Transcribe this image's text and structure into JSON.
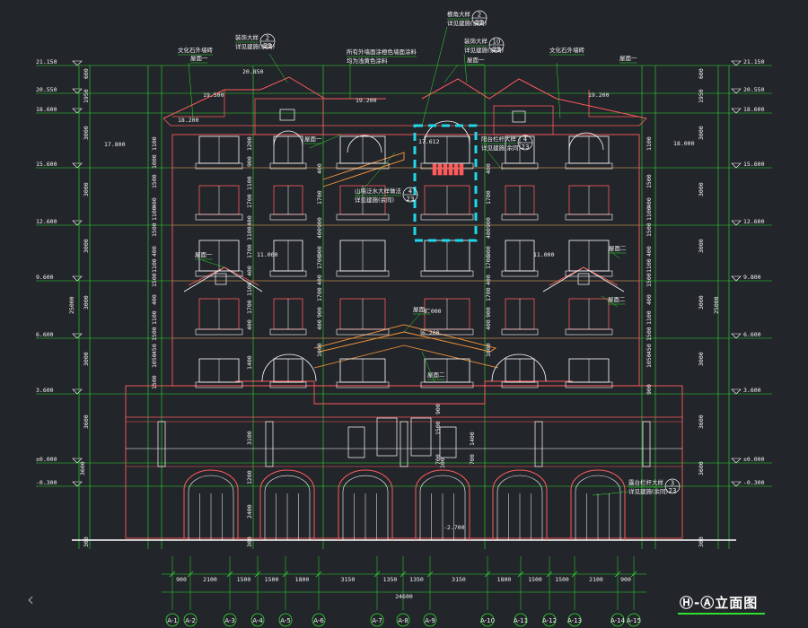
{
  "drawing": {
    "title": "Ⓗ-Ⓐ立面图",
    "prev_icon": "‹"
  },
  "colors": {
    "background": "#22252a",
    "dimension": "#2fe02f",
    "wall": "#ff5b5b",
    "detail": "#ffffff",
    "highlight": "#1fd8e8",
    "ridge": "#ff9a3c"
  },
  "level_marks": {
    "left": [
      "21.150",
      "20.550",
      "18.600",
      "15.600",
      "12.600",
      "9.600",
      "6.600",
      "3.600",
      "±0.000",
      "-0.300"
    ],
    "right": [
      "21.150",
      "20.550",
      "18.600",
      "15.600",
      "12.600",
      "9.800",
      "6.600",
      "3.600",
      "±0.000",
      "-0.300"
    ],
    "inner": [
      "20.850",
      "19.500",
      "19.200",
      "18.200",
      "17.800",
      "17.612",
      "18.000",
      "11.000",
      "11.000",
      "8.000",
      "6.200",
      "-2.700",
      "19.200"
    ]
  },
  "vertical_dims": {
    "left_outer": [
      "600",
      "1950",
      "3000",
      "3000",
      "3000",
      "3000",
      "3000",
      "3600",
      "300"
    ],
    "left_total": [
      "25000",
      "3600"
    ],
    "left_inner": [
      "1100",
      "1000",
      "1500",
      "400",
      "1100",
      "1500",
      "400",
      "1100",
      "1500",
      "400",
      "1100",
      "1500",
      "450",
      "1050",
      "1500"
    ],
    "left_col3": [
      "1200",
      "900",
      "1100",
      "1700",
      "400",
      "1100",
      "1700",
      "400",
      "1100",
      "1700",
      "400",
      "1400",
      "1200",
      "2400",
      "3100",
      "300"
    ],
    "mid_col": [
      "400",
      "1700",
      "900",
      "400",
      "900",
      "1700",
      "400",
      "1700",
      "900",
      "400",
      "1000"
    ],
    "door_dims": [
      "900",
      "1500",
      "1400",
      "700",
      "700",
      "100"
    ],
    "right_outer": [
      "600",
      "1950",
      "3000",
      "3000",
      "3000",
      "3000",
      "3000",
      "3600",
      "3600",
      "300"
    ],
    "right_total": "25000",
    "right_inner": [
      "1100",
      "1500",
      "400",
      "1100",
      "1500",
      "400",
      "1100",
      "1500",
      "400",
      "1100",
      "1500",
      "450",
      "1050",
      "900"
    ]
  },
  "bottom_dims": {
    "spans": [
      "900",
      "2100",
      "1500",
      "1500",
      "1800",
      "3150",
      "1350",
      "1350",
      "3150",
      "1800",
      "1500",
      "1500",
      "2100",
      "900"
    ],
    "total": "24600"
  },
  "axes": [
    "A-1",
    "A-2",
    "A-3",
    "A-4",
    "A-5",
    "A-6",
    "A-7",
    "A-8",
    "A-9",
    "A-10",
    "A-11",
    "A-12",
    "A-13",
    "A-14",
    "A-15"
  ],
  "annotations": [
    {
      "line1": "装饰大样",
      "line2": "详见建施(余同)",
      "num": "2",
      "sheet": "23"
    },
    {
      "line1": "檐角大样",
      "line2": "详见建施(余同)",
      "num": "2",
      "sheet": "22"
    },
    {
      "line1": "装饰大样",
      "line2": "详见建施(余同)",
      "num": "10",
      "sheet": "23"
    },
    {
      "line1": "文化石外墙砖",
      "line2": "",
      "num": "",
      "sheet": ""
    },
    {
      "line1": "文化石外墙砖",
      "line2": "",
      "num": "",
      "sheet": ""
    },
    {
      "line1": "所有外墙面涂橙色墙面涂料",
      "line2": "均为浅黄色涂料",
      "num": "",
      "sheet": ""
    },
    {
      "line1": "屋面一",
      "line2": "",
      "num": "",
      "sheet": ""
    },
    {
      "line1": "屋面一",
      "line2": "",
      "num": "",
      "sheet": ""
    },
    {
      "line1": "屋面一",
      "line2": "",
      "num": "",
      "sheet": ""
    },
    {
      "line1": "屋面一",
      "line2": "",
      "num": "",
      "sheet": ""
    },
    {
      "line1": "屋面一",
      "line2": "",
      "num": "",
      "sheet": ""
    },
    {
      "line1": "屋面一",
      "line2": "",
      "num": "",
      "sheet": ""
    },
    {
      "line1": "屋面二",
      "line2": "",
      "num": "",
      "sheet": ""
    },
    {
      "line1": "屋面二",
      "line2": "",
      "num": "",
      "sheet": ""
    },
    {
      "line1": "屋面二",
      "line2": "",
      "num": "",
      "sheet": ""
    },
    {
      "line1": "阳台栏杆大样",
      "line2": "详见建施(余同)",
      "num": "4",
      "sheet": "23"
    },
    {
      "line1": "山墙泛水大样做法",
      "line2": "详见建施(余同)",
      "num": "4",
      "sheet": "23"
    },
    {
      "line1": "露台栏杆大样",
      "line2": "详见建施(余同)",
      "num": "3",
      "sheet": "23"
    }
  ]
}
